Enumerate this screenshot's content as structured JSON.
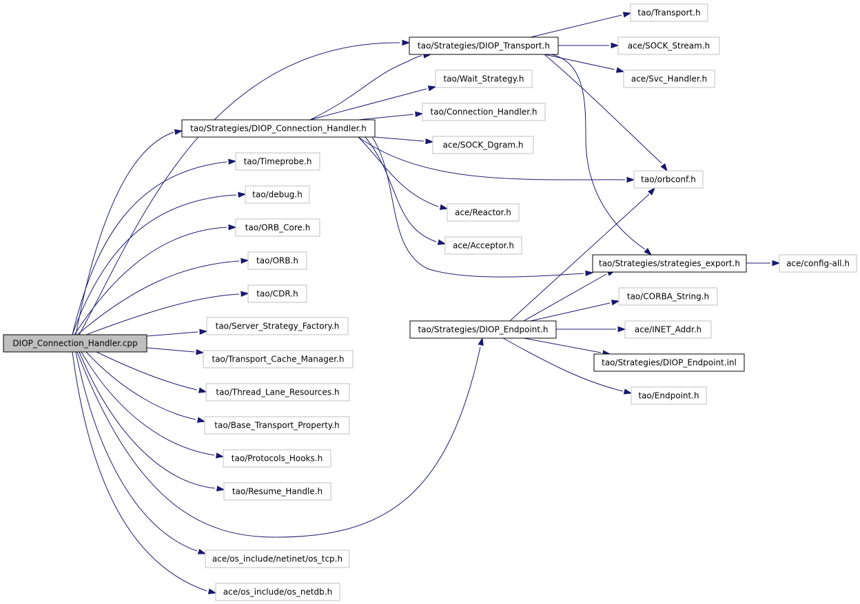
{
  "colors": {
    "edge": "#191970",
    "root_fill": "#bfbfbf",
    "root_border": "#000000",
    "documented_border": "#000000",
    "undocumented_border": "#bfbfbf",
    "node_fill": "#ffffff"
  },
  "root": "DIOP_Connection_Handler.cpp",
  "nodes": [
    {
      "id": "root",
      "label": "DIOP_Connection_Handler.cpp",
      "kind": "root"
    },
    {
      "id": "diop_transport",
      "label": "tao/Strategies/DIOP_Transport.h",
      "kind": "documented"
    },
    {
      "id": "diop_conn_h",
      "label": "tao/Strategies/DIOP_Connection_Handler.h",
      "kind": "documented"
    },
    {
      "id": "diop_endpoint",
      "label": "tao/Strategies/DIOP_Endpoint.h",
      "kind": "documented"
    },
    {
      "id": "strategies_export",
      "label": "tao/Strategies/strategies_export.h",
      "kind": "documented"
    },
    {
      "id": "diop_endpoint_inl",
      "label": "tao/Strategies/DIOP_Endpoint.inl",
      "kind": "documented"
    },
    {
      "id": "transport",
      "label": "tao/Transport.h",
      "kind": "external"
    },
    {
      "id": "sock_stream",
      "label": "ace/SOCK_Stream.h",
      "kind": "external"
    },
    {
      "id": "svc_handler",
      "label": "ace/Svc_Handler.h",
      "kind": "external"
    },
    {
      "id": "wait_strategy",
      "label": "tao/Wait_Strategy.h",
      "kind": "external"
    },
    {
      "id": "conn_handler",
      "label": "tao/Connection_Handler.h",
      "kind": "external"
    },
    {
      "id": "sock_dgram",
      "label": "ace/SOCK_Dgram.h",
      "kind": "external"
    },
    {
      "id": "orbconf",
      "label": "tao/orbconf.h",
      "kind": "external"
    },
    {
      "id": "reactor",
      "label": "ace/Reactor.h",
      "kind": "external"
    },
    {
      "id": "acceptor",
      "label": "ace/Acceptor.h",
      "kind": "external"
    },
    {
      "id": "config_all",
      "label": "ace/config-all.h",
      "kind": "external"
    },
    {
      "id": "corba_string",
      "label": "tao/CORBA_String.h",
      "kind": "external"
    },
    {
      "id": "inet_addr",
      "label": "ace/INET_Addr.h",
      "kind": "external"
    },
    {
      "id": "endpoint",
      "label": "tao/Endpoint.h",
      "kind": "external"
    },
    {
      "id": "timeprobe",
      "label": "tao/Timeprobe.h",
      "kind": "external"
    },
    {
      "id": "debug",
      "label": "tao/debug.h",
      "kind": "external"
    },
    {
      "id": "orb_core",
      "label": "tao/ORB_Core.h",
      "kind": "external"
    },
    {
      "id": "orb",
      "label": "tao/ORB.h",
      "kind": "external"
    },
    {
      "id": "cdr",
      "label": "tao/CDR.h",
      "kind": "external"
    },
    {
      "id": "ssf",
      "label": "tao/Server_Strategy_Factory.h",
      "kind": "external"
    },
    {
      "id": "tcm",
      "label": "tao/Transport_Cache_Manager.h",
      "kind": "external"
    },
    {
      "id": "tlr",
      "label": "tao/Thread_Lane_Resources.h",
      "kind": "external"
    },
    {
      "id": "btp",
      "label": "tao/Base_Transport_Property.h",
      "kind": "external"
    },
    {
      "id": "protocols_hooks",
      "label": "tao/Protocols_Hooks.h",
      "kind": "external"
    },
    {
      "id": "resume_handle",
      "label": "tao/Resume_Handle.h",
      "kind": "external"
    },
    {
      "id": "os_tcp",
      "label": "ace/os_include/netinet/os_tcp.h",
      "kind": "external"
    },
    {
      "id": "os_netdb",
      "label": "ace/os_include/os_netdb.h",
      "kind": "external"
    }
  ],
  "edges": [
    {
      "from": "root",
      "to": "diop_transport"
    },
    {
      "from": "root",
      "to": "diop_conn_h"
    },
    {
      "from": "root",
      "to": "timeprobe"
    },
    {
      "from": "root",
      "to": "debug"
    },
    {
      "from": "root",
      "to": "orb_core"
    },
    {
      "from": "root",
      "to": "orb"
    },
    {
      "from": "root",
      "to": "cdr"
    },
    {
      "from": "root",
      "to": "ssf"
    },
    {
      "from": "root",
      "to": "tcm"
    },
    {
      "from": "root",
      "to": "tlr"
    },
    {
      "from": "root",
      "to": "btp"
    },
    {
      "from": "root",
      "to": "protocols_hooks"
    },
    {
      "from": "root",
      "to": "resume_handle"
    },
    {
      "from": "root",
      "to": "diop_endpoint"
    },
    {
      "from": "root",
      "to": "os_tcp"
    },
    {
      "from": "root",
      "to": "os_netdb"
    },
    {
      "from": "diop_transport",
      "to": "transport"
    },
    {
      "from": "diop_transport",
      "to": "sock_stream"
    },
    {
      "from": "diop_transport",
      "to": "svc_handler"
    },
    {
      "from": "diop_transport",
      "to": "orbconf"
    },
    {
      "from": "diop_transport",
      "to": "strategies_export"
    },
    {
      "from": "diop_conn_h",
      "to": "diop_transport"
    },
    {
      "from": "diop_conn_h",
      "to": "wait_strategy"
    },
    {
      "from": "diop_conn_h",
      "to": "conn_handler"
    },
    {
      "from": "diop_conn_h",
      "to": "sock_dgram"
    },
    {
      "from": "diop_conn_h",
      "to": "orbconf"
    },
    {
      "from": "diop_conn_h",
      "to": "reactor"
    },
    {
      "from": "diop_conn_h",
      "to": "acceptor"
    },
    {
      "from": "diop_conn_h",
      "to": "strategies_export"
    },
    {
      "from": "strategies_export",
      "to": "config_all"
    },
    {
      "from": "diop_endpoint",
      "to": "orbconf"
    },
    {
      "from": "diop_endpoint",
      "to": "strategies_export"
    },
    {
      "from": "diop_endpoint",
      "to": "corba_string"
    },
    {
      "from": "diop_endpoint",
      "to": "inet_addr"
    },
    {
      "from": "diop_endpoint",
      "to": "diop_endpoint_inl"
    },
    {
      "from": "diop_endpoint",
      "to": "endpoint"
    }
  ]
}
